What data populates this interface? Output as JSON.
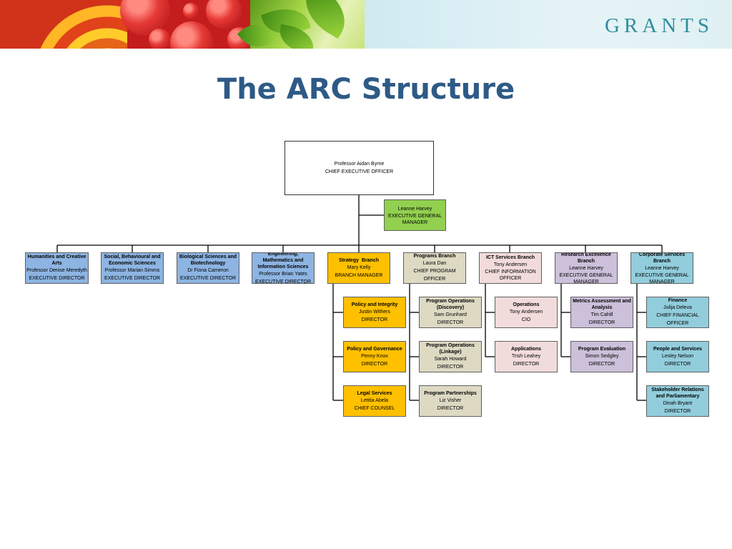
{
  "brand": {
    "name": "GRANTS",
    "accent": "#2f8e9e"
  },
  "title": "The ARC Structure",
  "ceo": {
    "name": "Professor Aidan Byrne",
    "role": "CHIEF EXECUTIVE OFFICER"
  },
  "egm": {
    "name": "Leanne Harvey",
    "role": "EXECUTIVE GENERAL MANAGER"
  },
  "directors": [
    {
      "title": "Humanities and Creative Arts",
      "name": "Professor Denise Meredyth",
      "role": "EXECUTIVE DIRECTOR"
    },
    {
      "title": "Social, Behavioural and Economic Sciences",
      "name": "Professor Marian Simms",
      "role": "EXECUTIVE DIRECTOR"
    },
    {
      "title": "Biological Sciences and Biotechnology",
      "name": "Dr Fiona Cameron",
      "role": "EXECUTIVE DIRECTOR"
    },
    {
      "title": "Engineering, Mathematics and Information Sciences",
      "name": "Professor Brian Yates",
      "role": "EXECUTIVE DIRECTOR"
    }
  ],
  "branches": [
    {
      "title": "Strategy  Branch",
      "name": "Mary Kelly",
      "role": "BRANCH MANAGER",
      "units": [
        {
          "title": "Policy and Integrity",
          "name": "Justin Withers",
          "role": "DIRECTOR"
        },
        {
          "title": "Policy and Governance",
          "name": "Penny Knox",
          "role": "DIRECTOR"
        },
        {
          "title": "Legal Services",
          "name": "Letitia Abela",
          "role": "CHIEF COUNSEL"
        }
      ]
    },
    {
      "title": "Programs Branch",
      "name": "Laura Dan",
      "role": "CHIEF PROGRAM OFFICER",
      "units": [
        {
          "title": "Program Operations (Discovery)",
          "name": "Sam Grunhard",
          "role": "DIRECTOR"
        },
        {
          "title": "Program Operations (Linkage)",
          "name": "Sarah Howard",
          "role": "DIRECTOR"
        },
        {
          "title": "Program Partnerships",
          "name": "Liz Visher",
          "role": "DIRECTOR"
        }
      ]
    },
    {
      "title": "ICT Services Branch",
      "name": "Tony Andersen",
      "role": "CHIEF INFORMATION OFFICER",
      "units": [
        {
          "title": "Operations",
          "name": "Tony Andersen",
          "role": "CIO"
        },
        {
          "title": "Applications",
          "name": "Trish Leahey",
          "role": "DIRECTOR"
        }
      ]
    },
    {
      "title": "Research Excellence Branch",
      "name": "Leanne Harvey",
      "role": "EXECUTIVE GENERAL MANAGER",
      "units": [
        {
          "title": "Metrics Assessment and Analysis",
          "name": "Tim Cahill",
          "role": "DIRECTOR"
        },
        {
          "title": "Program Evaluation",
          "name": "Simon Sedgley",
          "role": "DIRECTOR"
        }
      ]
    },
    {
      "title": "Corporate Services Branch",
      "name": "Leanne Harvey",
      "role": "EXECUTIVE GENERAL MANAGER",
      "units": [
        {
          "title": "Finance",
          "name": "Julija Deleva",
          "role": "CHIEF FINANCIAL OFFICER"
        },
        {
          "title": "People and Services",
          "name": "Lesley Nelson",
          "role": "DIRECTOR"
        },
        {
          "title": "Stakeholder Relations and Parliamentary",
          "name": "Dinah Bryant",
          "role": "DIRECTOR"
        }
      ]
    }
  ]
}
